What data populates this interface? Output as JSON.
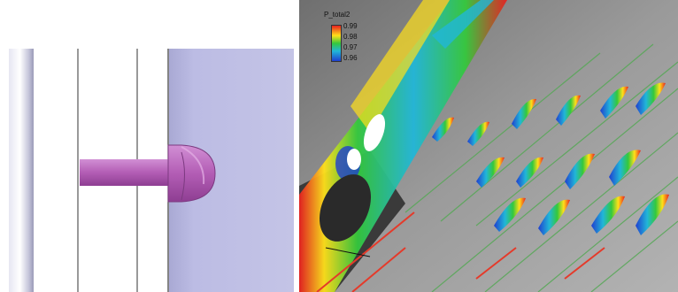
{
  "left_panel": {
    "icons": [
      "rounded-pin-probe-icon"
    ],
    "colors": {
      "probe": "#b35db5",
      "wall": "#b8b8e0",
      "rod": "#c7c7dc",
      "line": "#333333"
    }
  },
  "right_panel": {
    "legend": {
      "title": "P_total2",
      "ticks": [
        "0.99",
        "0.98",
        "0.97",
        "0.96"
      ],
      "colors": [
        "#e82020",
        "#ffe01a",
        "#34c83c",
        "#21b6d8",
        "#1f3fd0"
      ]
    },
    "colors": {
      "surface": "#8e8e8e",
      "streamline_green": "#55a855",
      "streamline_red": "#e53a2a"
    }
  }
}
